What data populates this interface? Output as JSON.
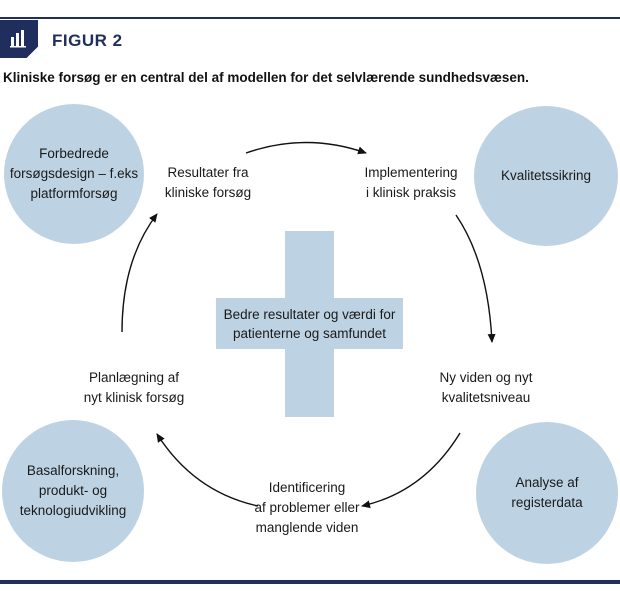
{
  "header": {
    "figure_label": "FIGUR 2",
    "caption": "Kliniske forsøg er en central del af modellen for det selvlærende sundhedsvæsen."
  },
  "circles": {
    "top_left": "Forbedrede\nforsøgsdesign – f.eks\nplatformforsøg",
    "top_right": "Kvalitetssikring",
    "bottom_left": "Basalforskning,\nprodukt- og\nteknologiudvikling",
    "bottom_right": "Analyse af\nregisterdata"
  },
  "cycle": {
    "results": "Resultater fra\nkliniske forsøg",
    "implementation": "Implementering\ni klinisk praksis",
    "new_knowledge": "Ny viden og nyt\nkvalitetsniveau",
    "identification": "Identificering\naf problemer eller\nmanglende viden",
    "planning": "Planlægning af\nnyt klinisk forsøg"
  },
  "center": "Bedre resultater og værdi for\npatienterne og samfundet",
  "colors": {
    "navy": "#1f2e5c",
    "light_blue": "#bdd3e4"
  },
  "icons": {
    "figure_icon": "bar-chart-icon"
  }
}
